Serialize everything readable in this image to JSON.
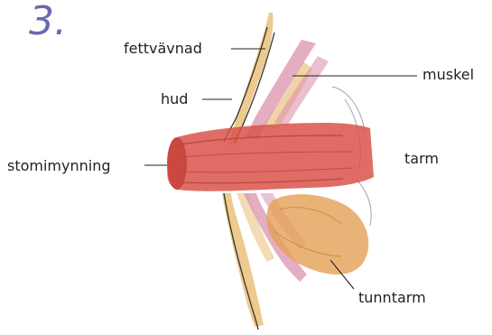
{
  "figure": {
    "step_number": "3.",
    "labels": {
      "fat_tissue": "fettvävnad",
      "skin": "hud",
      "stoma_opening": "stomimynning",
      "muscle": "muskel",
      "intestine": "tarm",
      "small_intestine": "tunntarm"
    },
    "colors": {
      "step_number": "#6a6ab0",
      "intestine_red": "#d9534a",
      "fat_yellow": "#e8b86a",
      "muscle_pink": "#d88aa8",
      "small_intestine_orange": "#e3a055"
    }
  }
}
